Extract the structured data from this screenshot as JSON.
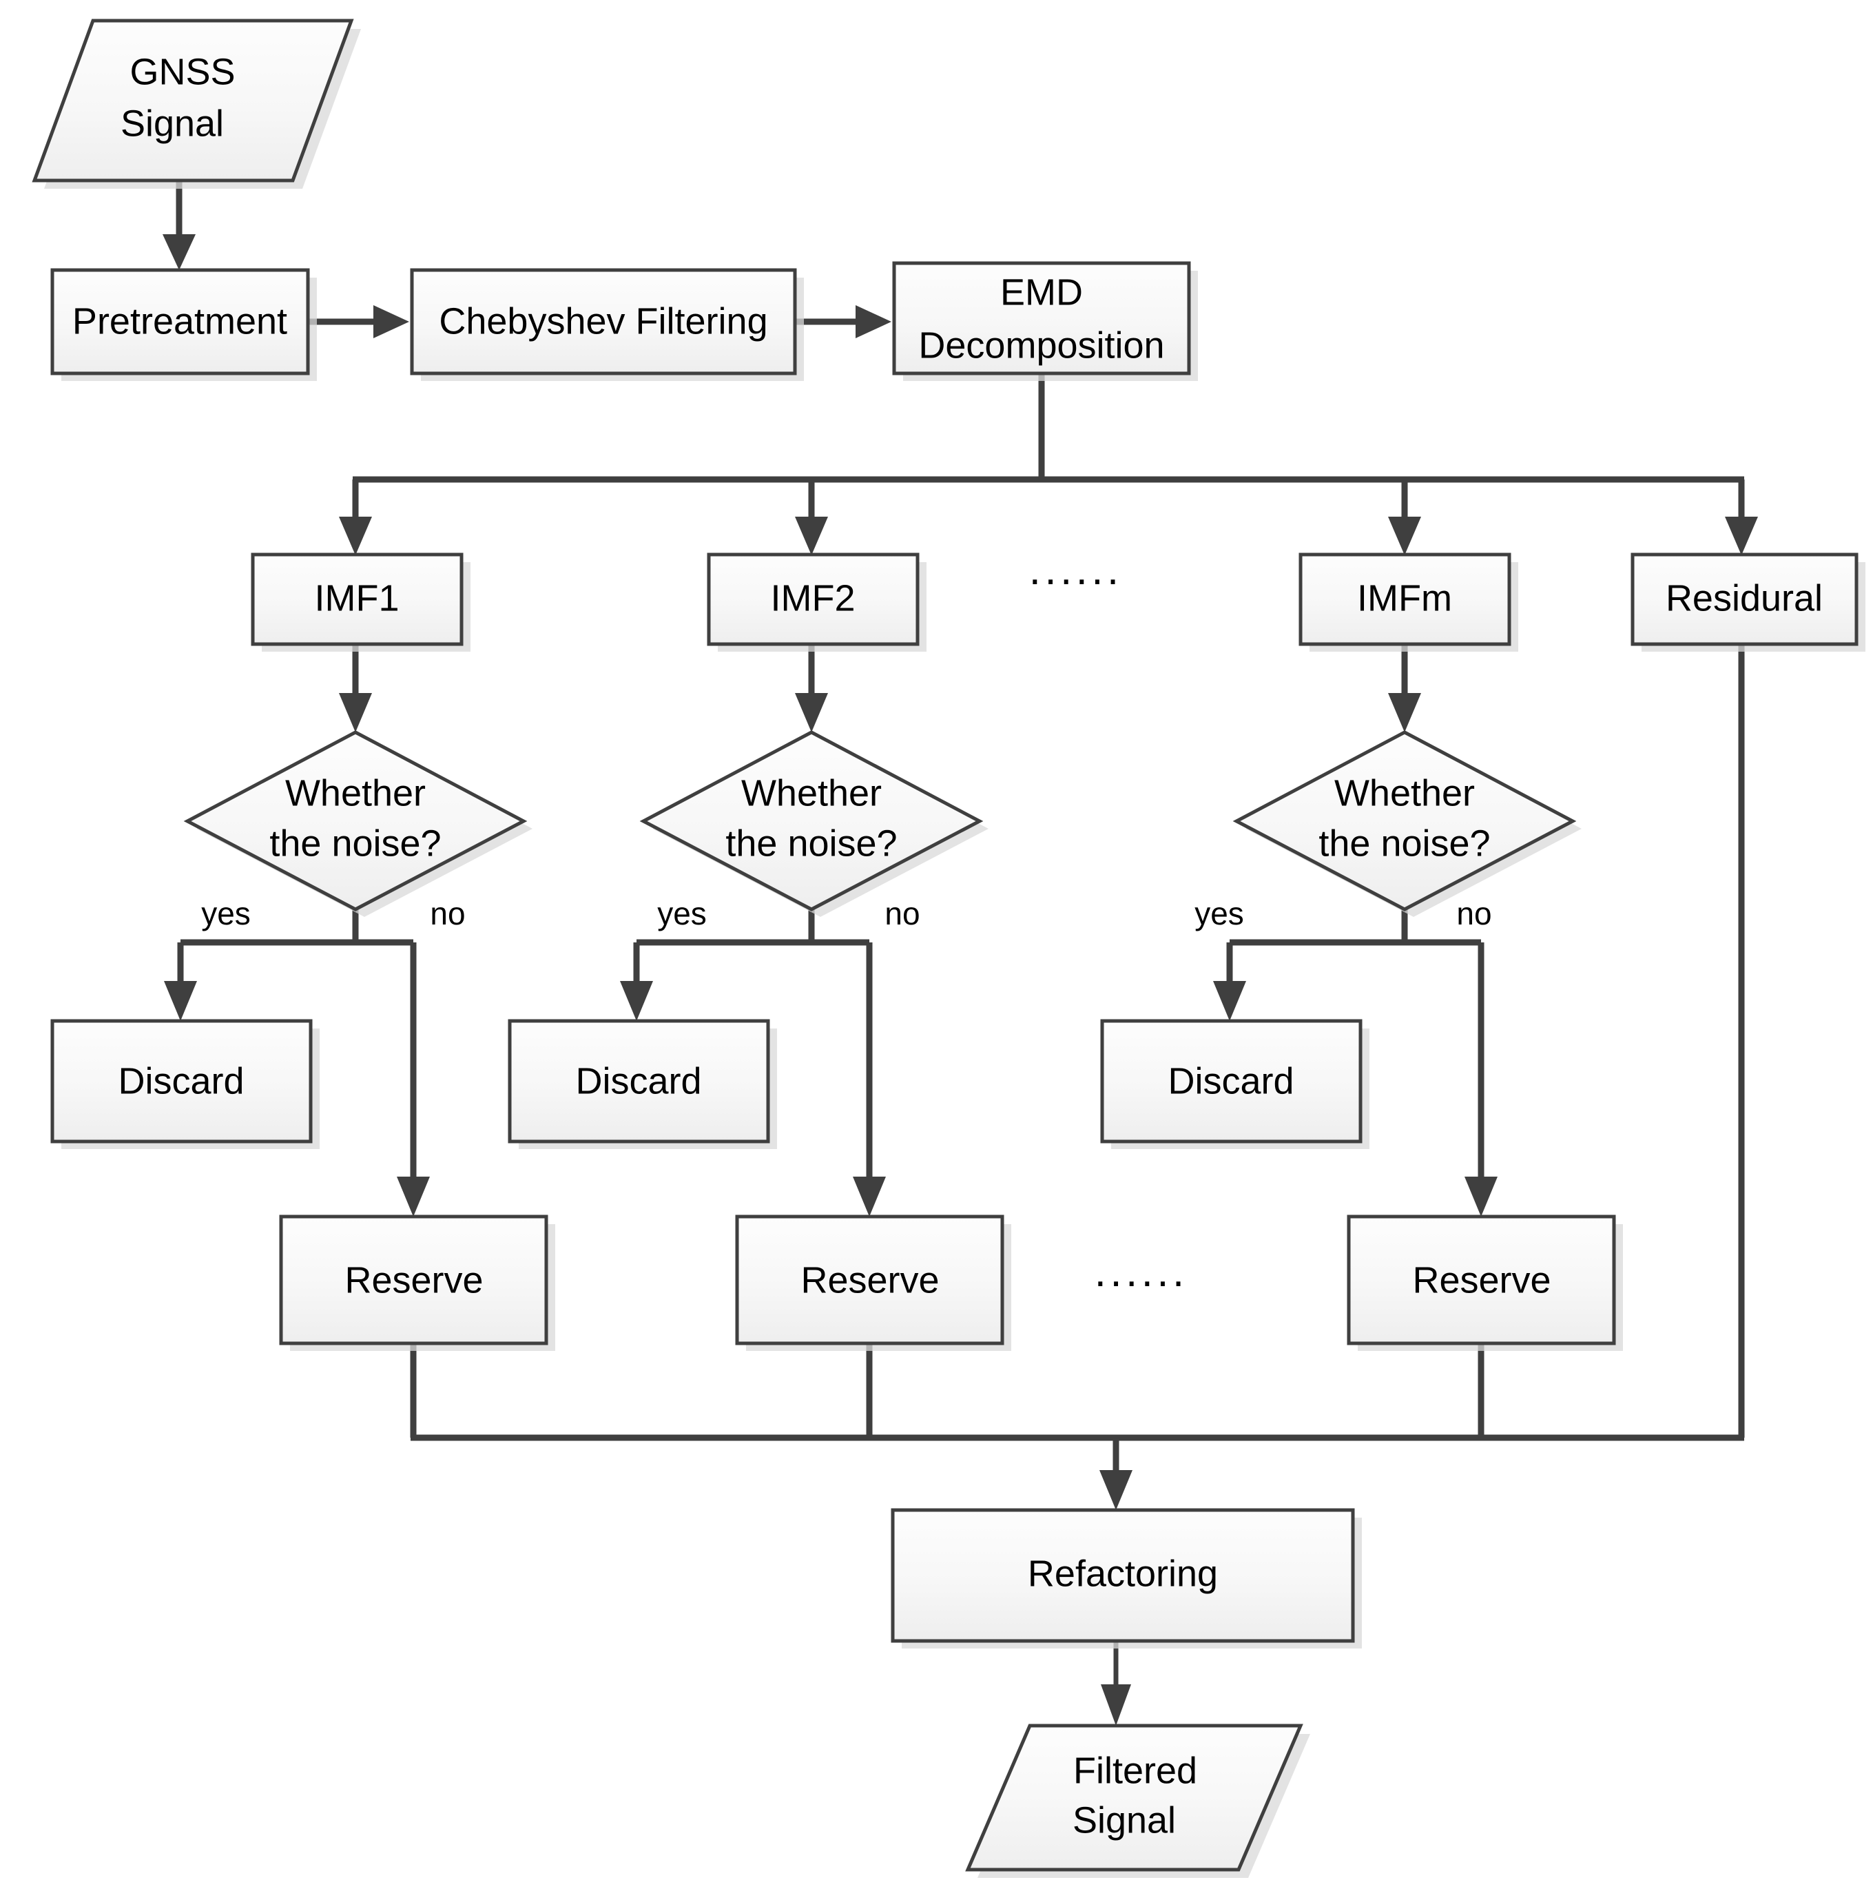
{
  "diagram": {
    "title": "GNSS Signal EMD Denoising Flowchart",
    "colors": {
      "stroke": "#3f3f3f",
      "fill_top": "#fdfdfd",
      "fill_bottom": "#eeeeee",
      "shadow": "#d9d9d9",
      "text": "#000000"
    },
    "nodes": {
      "gnss_signal": {
        "label_line1": "GNSS",
        "label_line2": "Signal",
        "shape": "parallelogram"
      },
      "pretreatment": {
        "label": "Pretreatment",
        "shape": "rectangle"
      },
      "chebyshev_filtering": {
        "label": "Chebyshev Filtering",
        "shape": "rectangle"
      },
      "emd_decomposition": {
        "label_line1": "EMD",
        "label_line2": "Decomposition",
        "shape": "rectangle"
      },
      "imf1": {
        "label": "IMF1",
        "shape": "rectangle"
      },
      "imf2": {
        "label": "IMF2",
        "shape": "rectangle"
      },
      "imfm": {
        "label": "IMFm",
        "shape": "rectangle"
      },
      "residural": {
        "label": "Residural",
        "shape": "rectangle"
      },
      "decision1": {
        "label_line1": "Whether",
        "label_line2": "the noise?",
        "shape": "diamond"
      },
      "decision2": {
        "label_line1": "Whether",
        "label_line2": "the noise?",
        "shape": "diamond"
      },
      "decision3": {
        "label_line1": "Whether",
        "label_line2": "the noise?",
        "shape": "diamond"
      },
      "discard1": {
        "label": "Discard",
        "shape": "rectangle"
      },
      "discard2": {
        "label": "Discard",
        "shape": "rectangle"
      },
      "discard3": {
        "label": "Discard",
        "shape": "rectangle"
      },
      "reserve1": {
        "label": "Reserve",
        "shape": "rectangle"
      },
      "reserve2": {
        "label": "Reserve",
        "shape": "rectangle"
      },
      "reserve3": {
        "label": "Reserve",
        "shape": "rectangle"
      },
      "refactoring": {
        "label": "Refactoring",
        "shape": "rectangle"
      },
      "filtered_signal": {
        "label_line1": "Filtered",
        "label_line2": "Signal",
        "shape": "parallelogram"
      }
    },
    "edge_labels": {
      "yes1": "yes",
      "no1": "no",
      "yes2": "yes",
      "no2": "no",
      "yes3": "yes",
      "no3": "no"
    },
    "ellipses": {
      "imf_row": "······",
      "reserve_row": "······"
    }
  }
}
